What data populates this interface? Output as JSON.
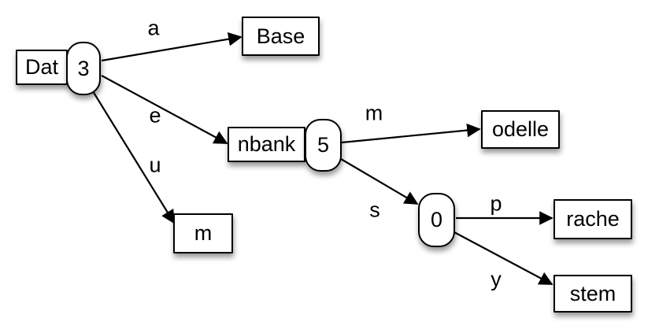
{
  "diagram": {
    "type": "radix-tree",
    "colors": {
      "stroke": "#000000",
      "node_fill": "#ffffff",
      "background": "#ffffff",
      "shadow": "rgba(0,0,0,0.40)"
    },
    "nodes": {
      "root": {
        "label": "Dat",
        "value": "3"
      },
      "base": {
        "label": "Base"
      },
      "nbank": {
        "label": "nbank",
        "value": "5"
      },
      "m": {
        "label": "m"
      },
      "odelle": {
        "label": "odelle"
      },
      "zero": {
        "value": "0"
      },
      "rache": {
        "label": "rache"
      },
      "stem": {
        "label": "stem"
      }
    },
    "edges": {
      "root_base": {
        "label": "a"
      },
      "root_nbank": {
        "label": "e"
      },
      "root_m": {
        "label": "u"
      },
      "nbank_odelle": {
        "label": "m"
      },
      "nbank_zero": {
        "label": "s"
      },
      "zero_rache": {
        "label": "p"
      },
      "zero_stem": {
        "label": "y"
      }
    }
  }
}
